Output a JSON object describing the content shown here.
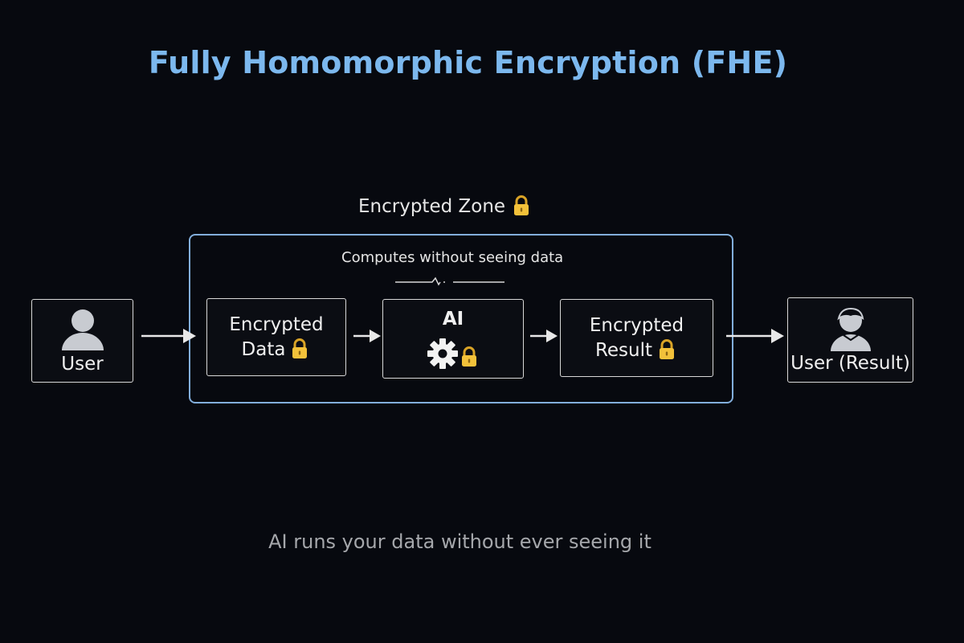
{
  "title": "Fully Homomorphic Encryption (FHE)",
  "zone": {
    "label": "Encrypted Zone",
    "subtitle": "Computes without seeing data"
  },
  "nodes": {
    "user": {
      "label": "User",
      "icon": "user-icon"
    },
    "encrypted_data": {
      "line1": "Encrypted",
      "line2": "Data",
      "icon": "lock-icon"
    },
    "ai": {
      "label": "AI",
      "icon": "gear-icon"
    },
    "encrypted_result": {
      "line1": "Encrypted",
      "line2": "Result",
      "icon": "lock-icon"
    },
    "user_result": {
      "label": "User (Result)",
      "icon": "user-icon"
    }
  },
  "caption": "AI runs your data without ever seeing it",
  "colors": {
    "background": "#07090f",
    "title": "#7cb8ee",
    "zone_border": "#82aedb",
    "lock": "#f3c13a",
    "text": "#f0f0f0",
    "caption": "#a5a7ab"
  }
}
